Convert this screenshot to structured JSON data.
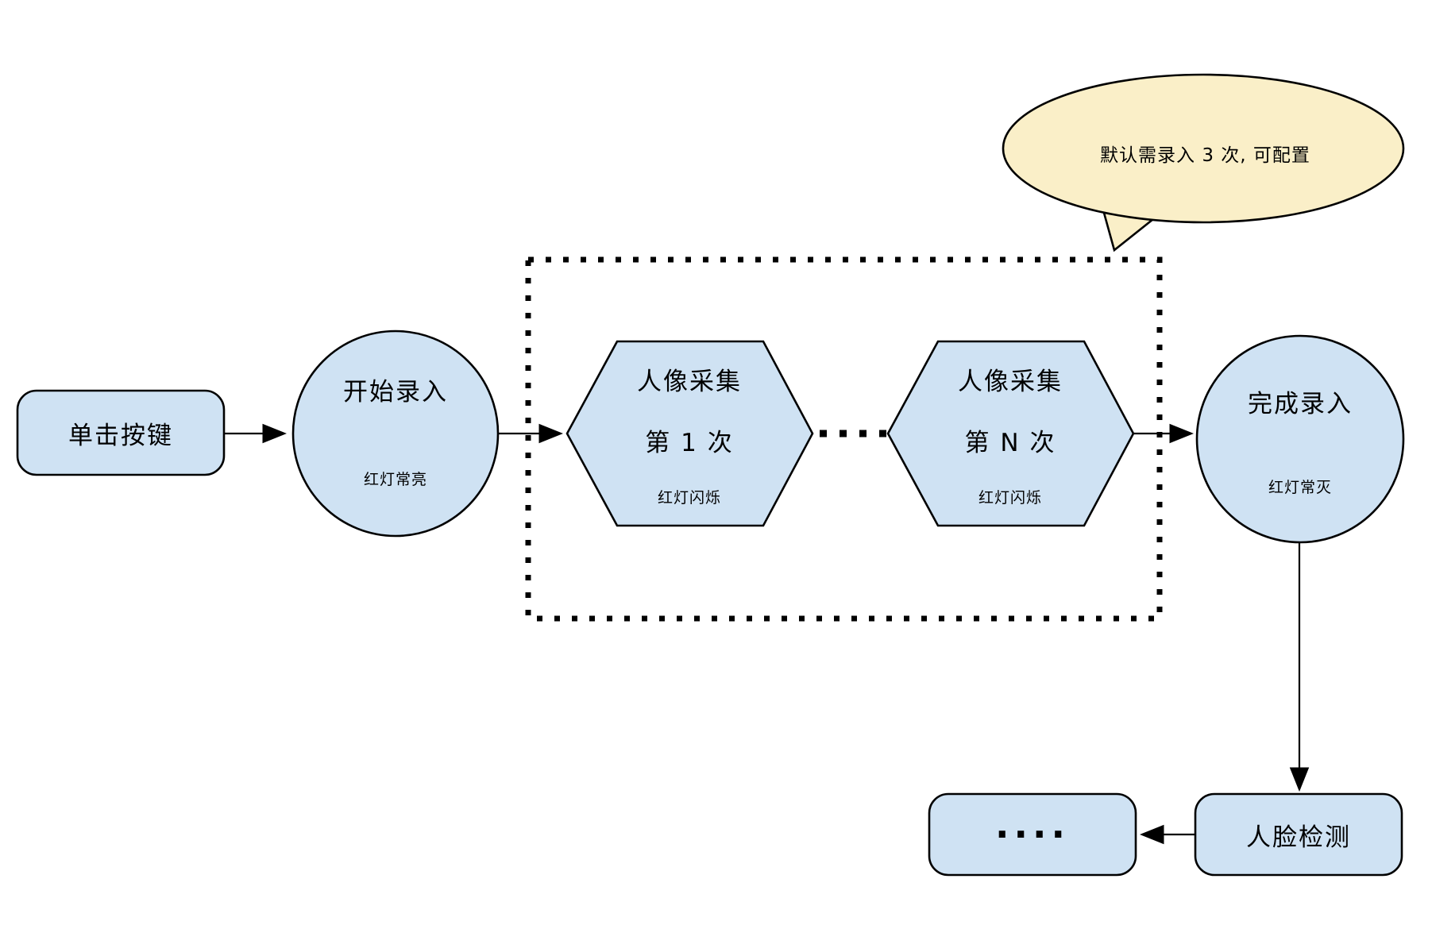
{
  "colors": {
    "node_fill": "#CFE2F3",
    "node_stroke": "#000000",
    "callout_fill": "#FAEFC8",
    "line_color": "#000000",
    "background": "#FFFFFF"
  },
  "nodes": {
    "click_button": {
      "label": "单击按键"
    },
    "start_enroll": {
      "title": "开始录入",
      "status": "红灯常亮"
    },
    "capture_first": {
      "line1": "人像采集",
      "line2": "第 1 次",
      "status": "红灯闪烁"
    },
    "capture_nth": {
      "line1": "人像采集",
      "line2": "第 N 次",
      "status": "红灯闪烁"
    },
    "finish_enroll": {
      "title": "完成录入",
      "status": "红灯常灭"
    },
    "face_detection": {
      "label": "人脸检测"
    },
    "continuation": {
      "label": "...."
    }
  },
  "callout": {
    "text": "默认需录入 3 次, 可配置"
  }
}
